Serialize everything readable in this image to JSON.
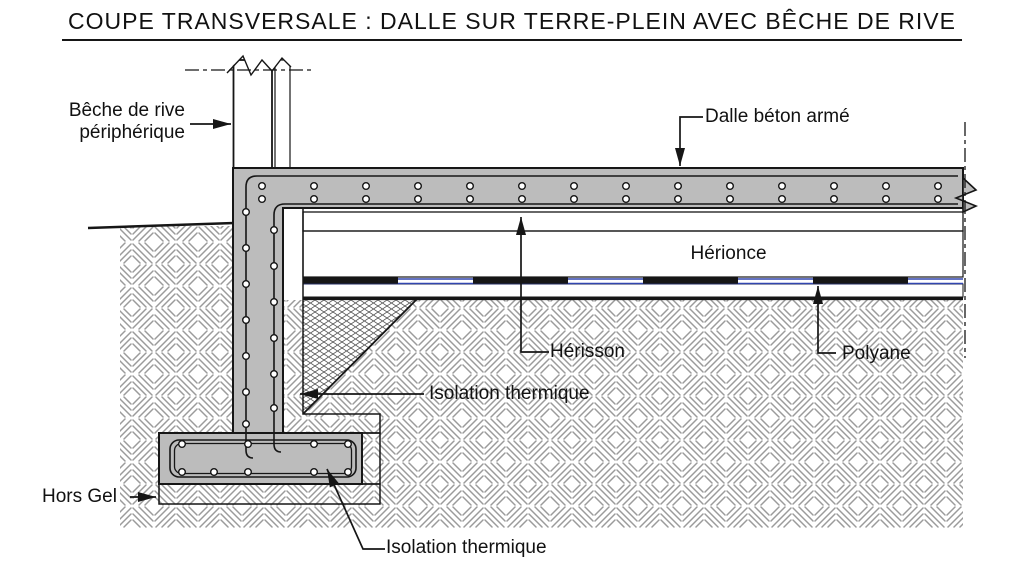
{
  "title": "COUPE TRANSVERSALE : DALLE SUR TERRE-PLEIN AVEC BÊCHE DE RIVE",
  "annotations": {
    "beche_line1": "Bêche de rive",
    "beche_line2": "périphérique",
    "dalle_beton_arme": "Dalle béton armé",
    "gravel_box_label": "Hérionce",
    "herisson": "Hérisson",
    "polyane": "Polyane",
    "isolation_thermique_wall": "Isolation thermique",
    "hors_gel": "Hors Gel",
    "isolation_thermique_footing": "Isolation thermique"
  },
  "colors": {
    "concrete": "#bcbcbc",
    "line": "#161616",
    "soil": "#9b9b9b",
    "insul": "#3a3a3a",
    "blue": "#3246b0",
    "text": "#111111",
    "bg": "#ffffff",
    "stone": "#4a4a4a"
  }
}
